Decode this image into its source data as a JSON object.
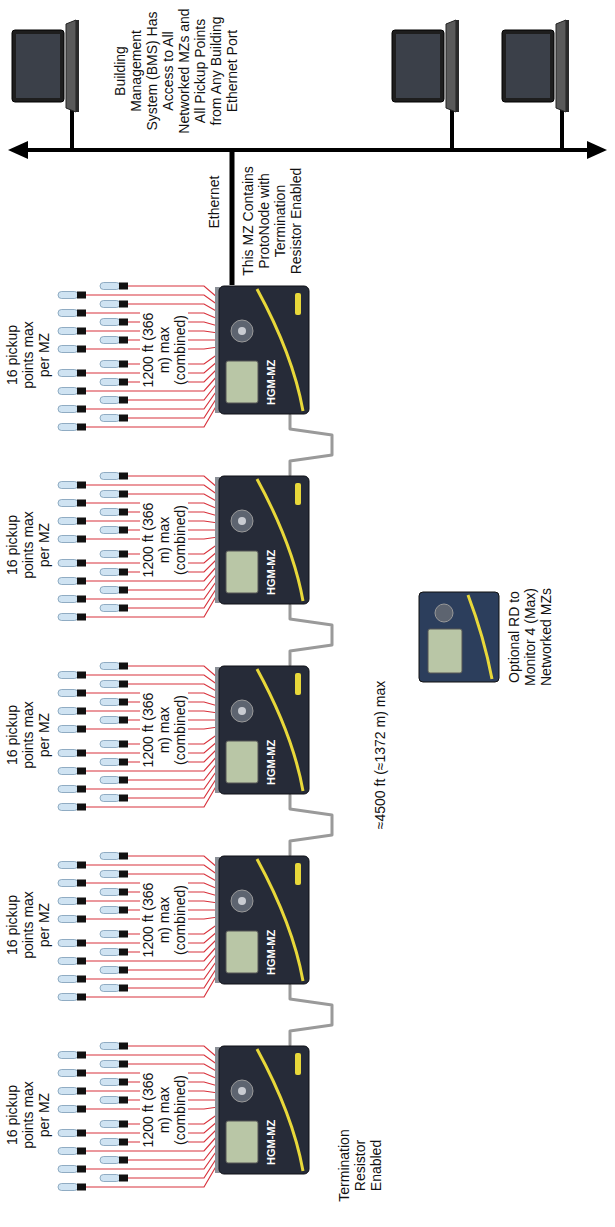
{
  "diagram": {
    "nodes": [
      {
        "text": [
          "HGM-MZ"
        ]
      },
      {
        "text": [
          "HGM-MZ"
        ]
      },
      {
        "text": [
          "HGM-MZ"
        ]
      },
      {
        "text": [
          "HGM-MZ"
        ]
      },
      {
        "text": [
          "HGM-MZ"
        ]
      },
      {
        "text": [
          "Optional RD to Monitor 4 (Max) Networked MZs"
        ]
      }
    ],
    "edges": [
      {
        "from": 0,
        "to": 1,
        "arrow": "none"
      },
      {
        "from": 1,
        "to": 2,
        "arrow": "none"
      },
      {
        "from": 2,
        "to": 3,
        "arrow": "none"
      },
      {
        "from": 3,
        "to": 4,
        "arrow": "none"
      },
      {
        "from": 4,
        "to": 5,
        "arrow": "none"
      }
    ],
    "labels": [
      "16 pickup points max per MZ",
      "16 pickup points max per MZ",
      "16 pickup points max per MZ",
      "16 pickup points max per MZ",
      "16 pickup points max per MZ",
      "1200 ft (366 m) max (combined)",
      "1200 ft (366 m) max (combined)",
      "1200 ft (366 m) max (combined)",
      "1200 ft (366 m) max (combined)",
      "1200 ft (366 m) max (combined)",
      "≈4500 ft (≈1372 m) max",
      "Termination Resistor Enabled",
      "This MZ Contains ProtoNode with Termination Resistor Enabled",
      "Ethernet",
      "Building Management System (BMS) Has Access to All Networked MZs and All Pickup Points from Any Building Ethernet Port"
    ]
  }
}
